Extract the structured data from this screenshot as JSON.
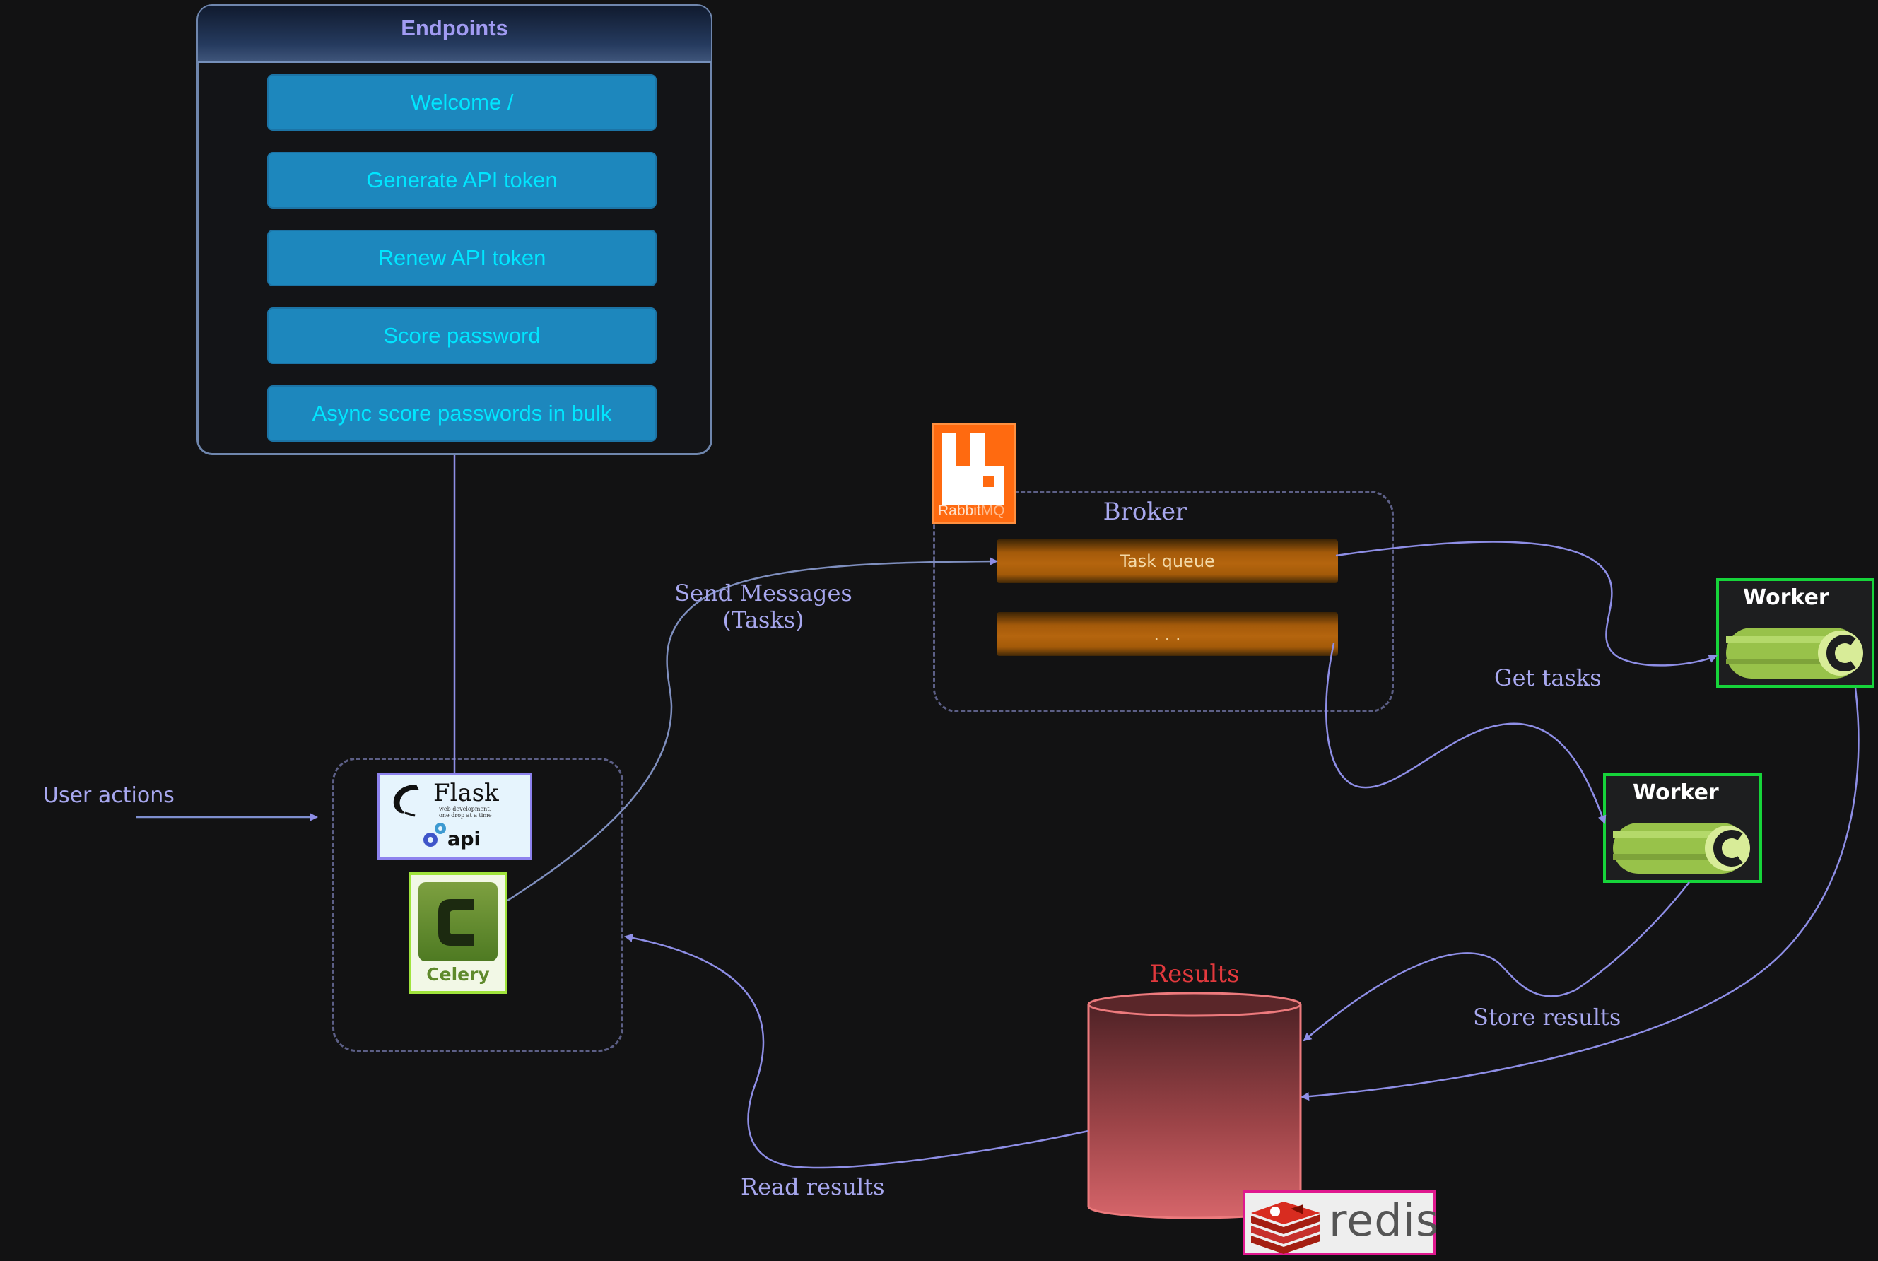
{
  "endpoints": {
    "title": "Endpoints",
    "items": [
      "Welcome /",
      "Generate API token",
      "Renew API token",
      "Score password",
      "Async score passwords in bulk"
    ]
  },
  "broker": {
    "label": "Broker",
    "logo_text": "Rabbit",
    "logo_text_accent": "MQ",
    "queues": [
      "Task queue",
      ". . ."
    ]
  },
  "app": {
    "flask_name": "Flask",
    "flask_tagline_1": "web development,",
    "flask_tagline_2": "one drop at a time",
    "api_label": "api",
    "celery_label": "Celery"
  },
  "workers": [
    {
      "title": "Worker"
    },
    {
      "title": "Worker"
    }
  ],
  "results": {
    "label": "Results",
    "logo_text": "redis"
  },
  "edges": {
    "user_actions": "User actions",
    "send_messages_1": "Send Messages",
    "send_messages_2": "(Tasks)",
    "get_tasks": "Get tasks",
    "store_results": "Store results",
    "read_results": "Read results"
  },
  "colors": {
    "background": "#121213",
    "edge": "#8e8ee6",
    "label": "#a7a7ee",
    "endpoint_button": "#1d87bd",
    "endpoint_text": "#00e6ff",
    "queue": "#b5650e",
    "worker_border": "#16d43a",
    "results_label": "#e2393d",
    "rabbitmq": "#ff6a10",
    "redis_border": "#e0188f"
  }
}
